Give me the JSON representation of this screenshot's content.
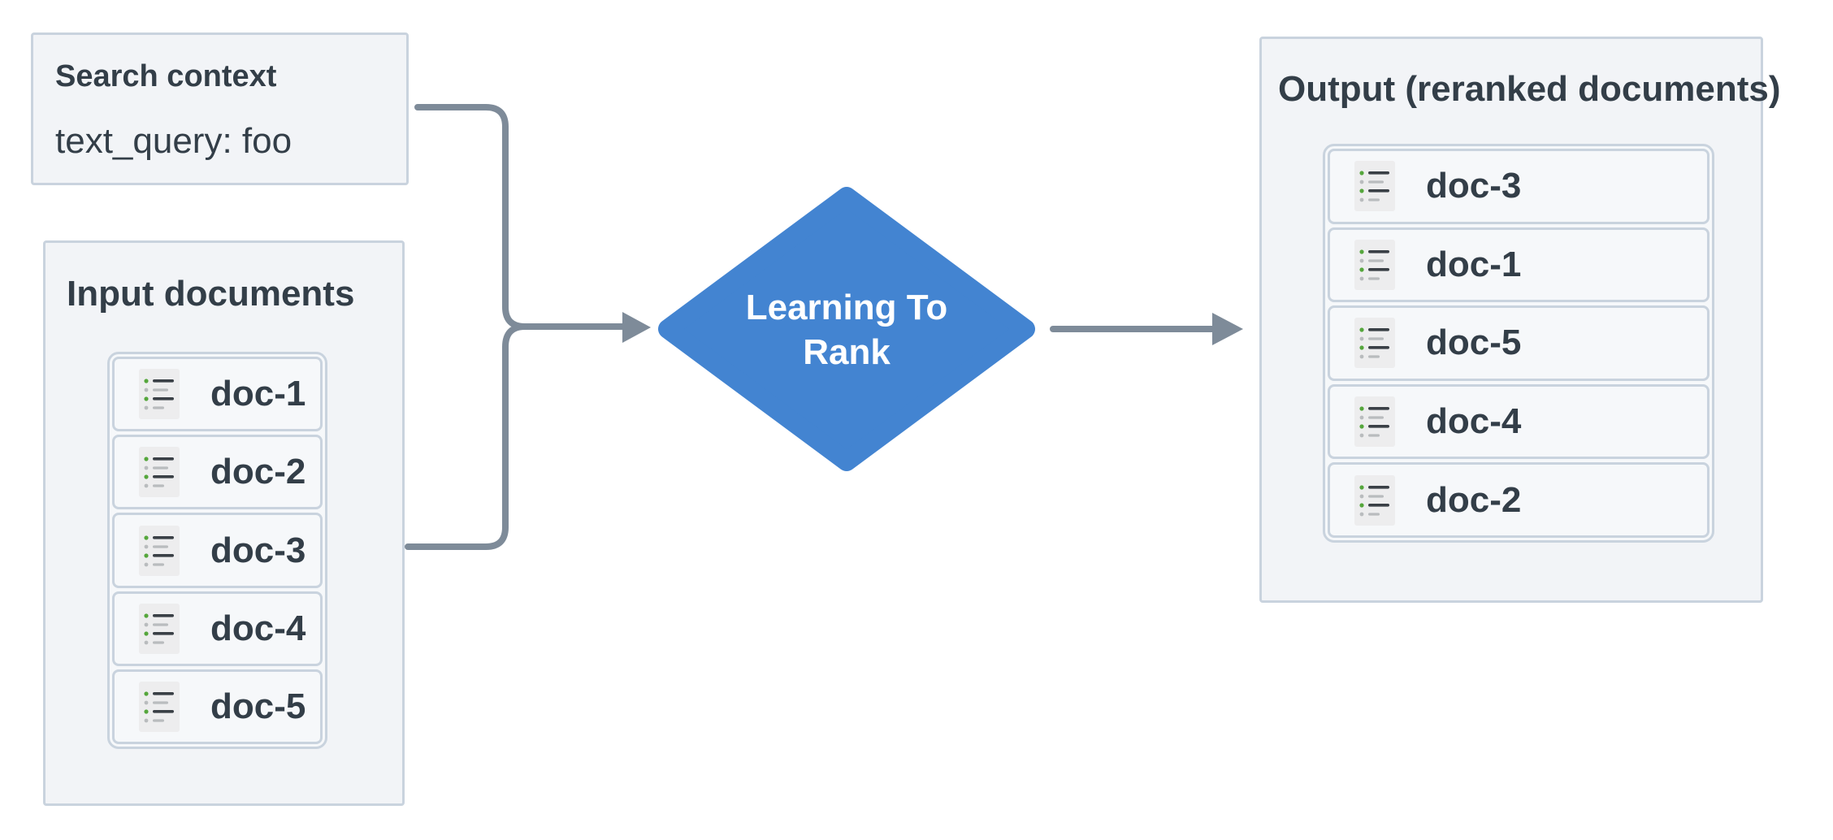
{
  "diagram": {
    "search_panel": {
      "title": "Search context",
      "query": "text_query: foo"
    },
    "input_panel": {
      "title": "Input documents",
      "docs": [
        "doc-1",
        "doc-2",
        "doc-3",
        "doc-4",
        "doc-5"
      ]
    },
    "process_node": {
      "line1": "Learning To",
      "line2": "Rank"
    },
    "output_panel": {
      "title": "Output (reranked documents)",
      "docs": [
        "doc-3",
        "doc-1",
        "doc-5",
        "doc-4",
        "doc-2"
      ]
    }
  },
  "colors": {
    "node_blue": "#4384d1",
    "arrow_gray": "#7e8b99",
    "panel_border": "#c9d3de",
    "panel_bg": "#f2f4f7",
    "row_bg": "#f6f8fa",
    "text_dark": "#333e48",
    "icon_bg": "#ededee",
    "icon_green": "#55a63c",
    "icon_gray": "#b9bcbe",
    "icon_dark": "#3a4046"
  }
}
